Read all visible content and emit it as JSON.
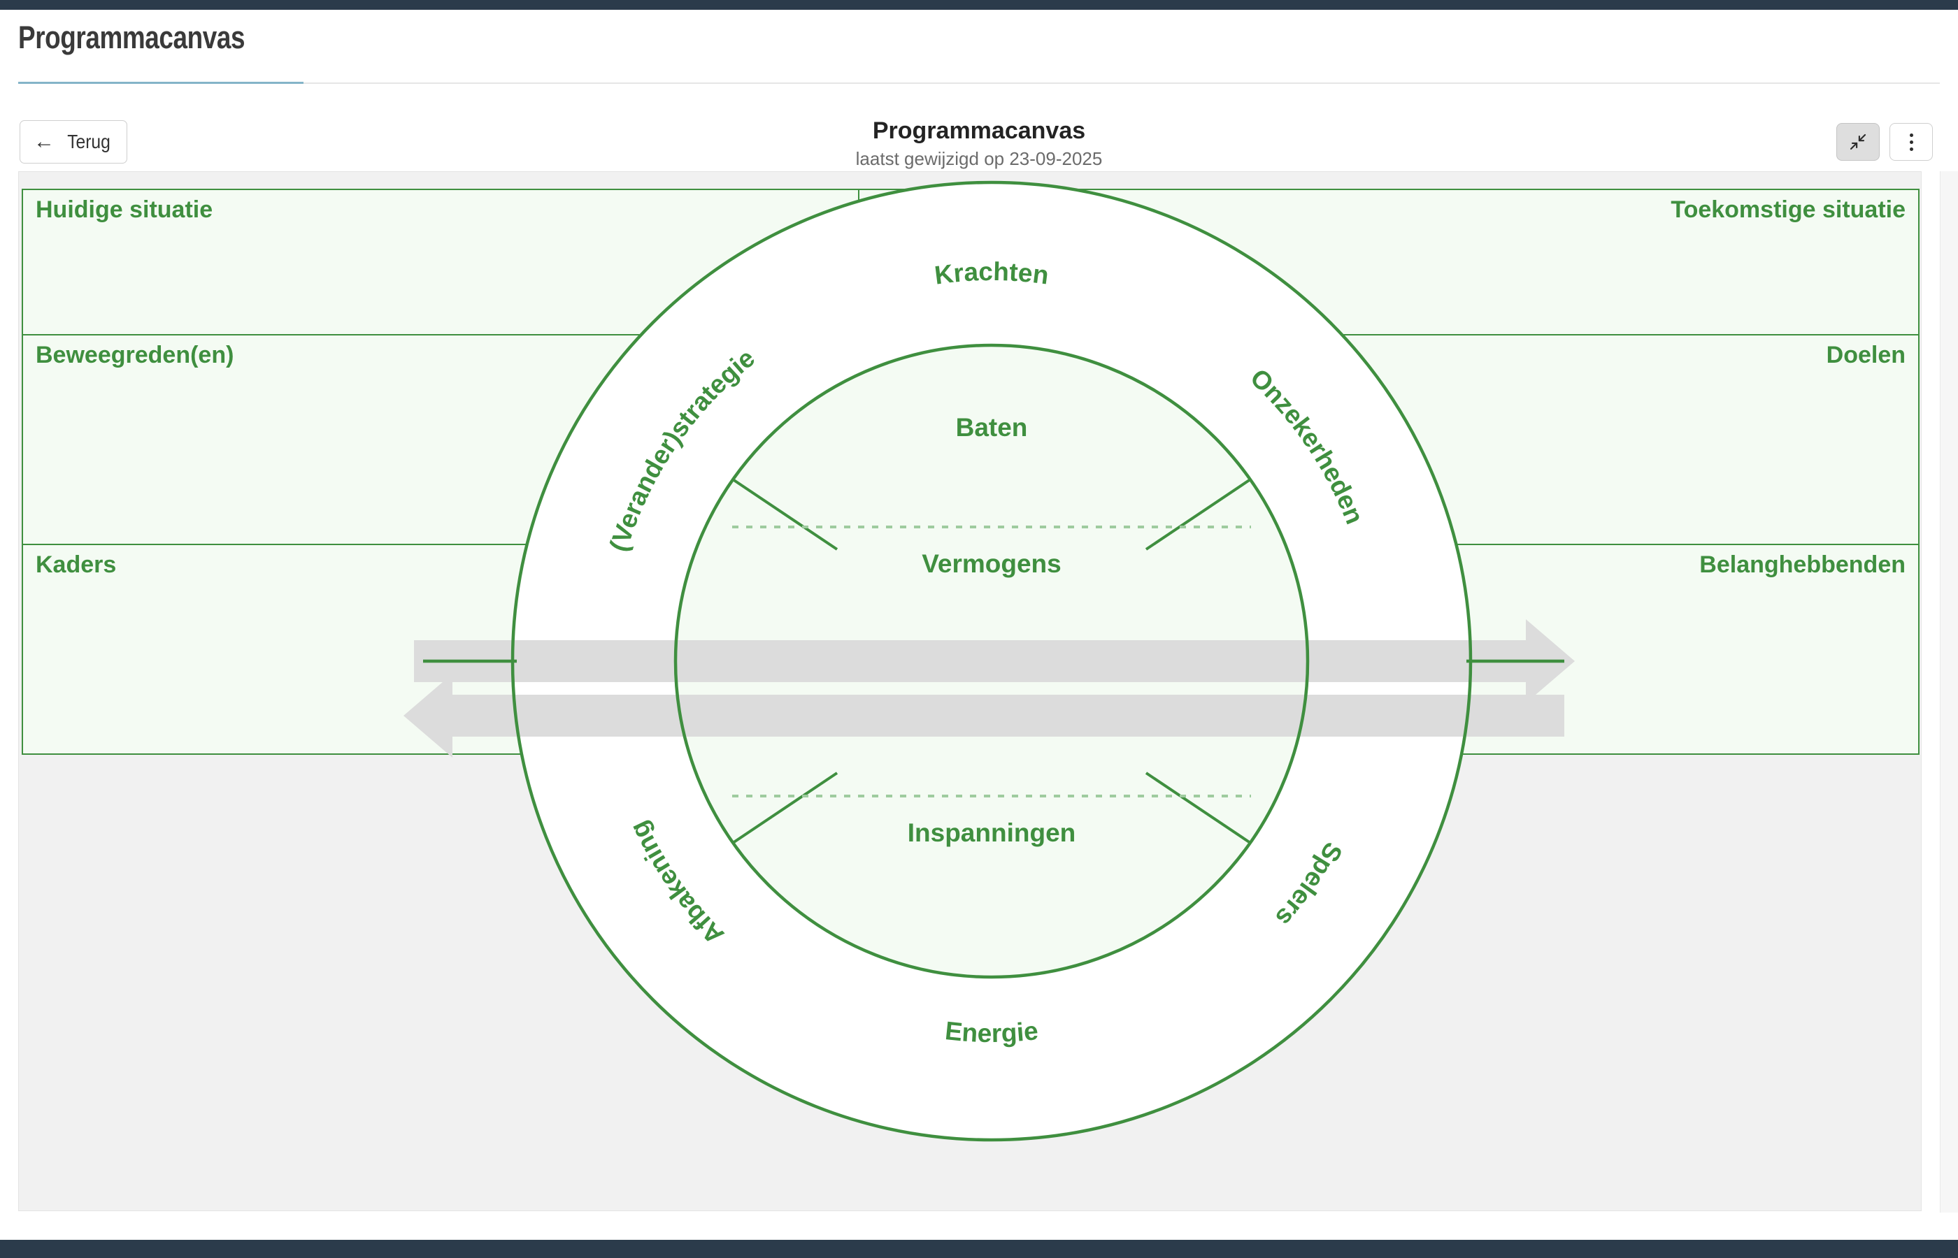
{
  "page": {
    "title": "Programmacanvas",
    "accent_color": "#84b4c8",
    "chrome_color": "#2b3b4b"
  },
  "toolbar": {
    "back_label": "Terug",
    "back_icon": "arrow-left-icon",
    "collapse_icon": "collapse-arrows-icon",
    "menu_icon": "more-vertical-icon"
  },
  "canvas_header": {
    "title": "Programmacanvas",
    "subtitle": "laatst gewijzigd op  23-09-2025"
  },
  "canvas": {
    "accent_green": "#3f8f3f",
    "panel_fill": "#f4fbf3",
    "stage_fill": "#f1f1f1",
    "arrow_fill": "#dcdcdc",
    "panels_left": [
      {
        "label": "Huidige situatie"
      },
      {
        "label": "Beweegreden(en)"
      },
      {
        "label": "Kaders"
      }
    ],
    "panels_right": [
      {
        "label": "Toekomstige situatie"
      },
      {
        "label": "Doelen"
      },
      {
        "label": "Belanghebbenden"
      }
    ],
    "ring_segments": [
      {
        "label": "Krachten",
        "position": "top"
      },
      {
        "label": "Onzekerheden",
        "position": "upper-right"
      },
      {
        "label": "Spelers",
        "position": "lower-right"
      },
      {
        "label": "Energie",
        "position": "bottom"
      },
      {
        "label": "Afbakening",
        "position": "lower-left"
      },
      {
        "label": "(Verander)strategie",
        "position": "upper-left"
      }
    ],
    "core_segments": [
      {
        "label": "Baten",
        "position": "top"
      },
      {
        "label": "Vermogens",
        "position": "upper-middle"
      },
      {
        "label": "Inspanningen",
        "position": "lower-middle"
      }
    ],
    "arrows": [
      {
        "direction": "right",
        "name": "forward-arrow"
      },
      {
        "direction": "left",
        "name": "backward-arrow"
      }
    ]
  }
}
